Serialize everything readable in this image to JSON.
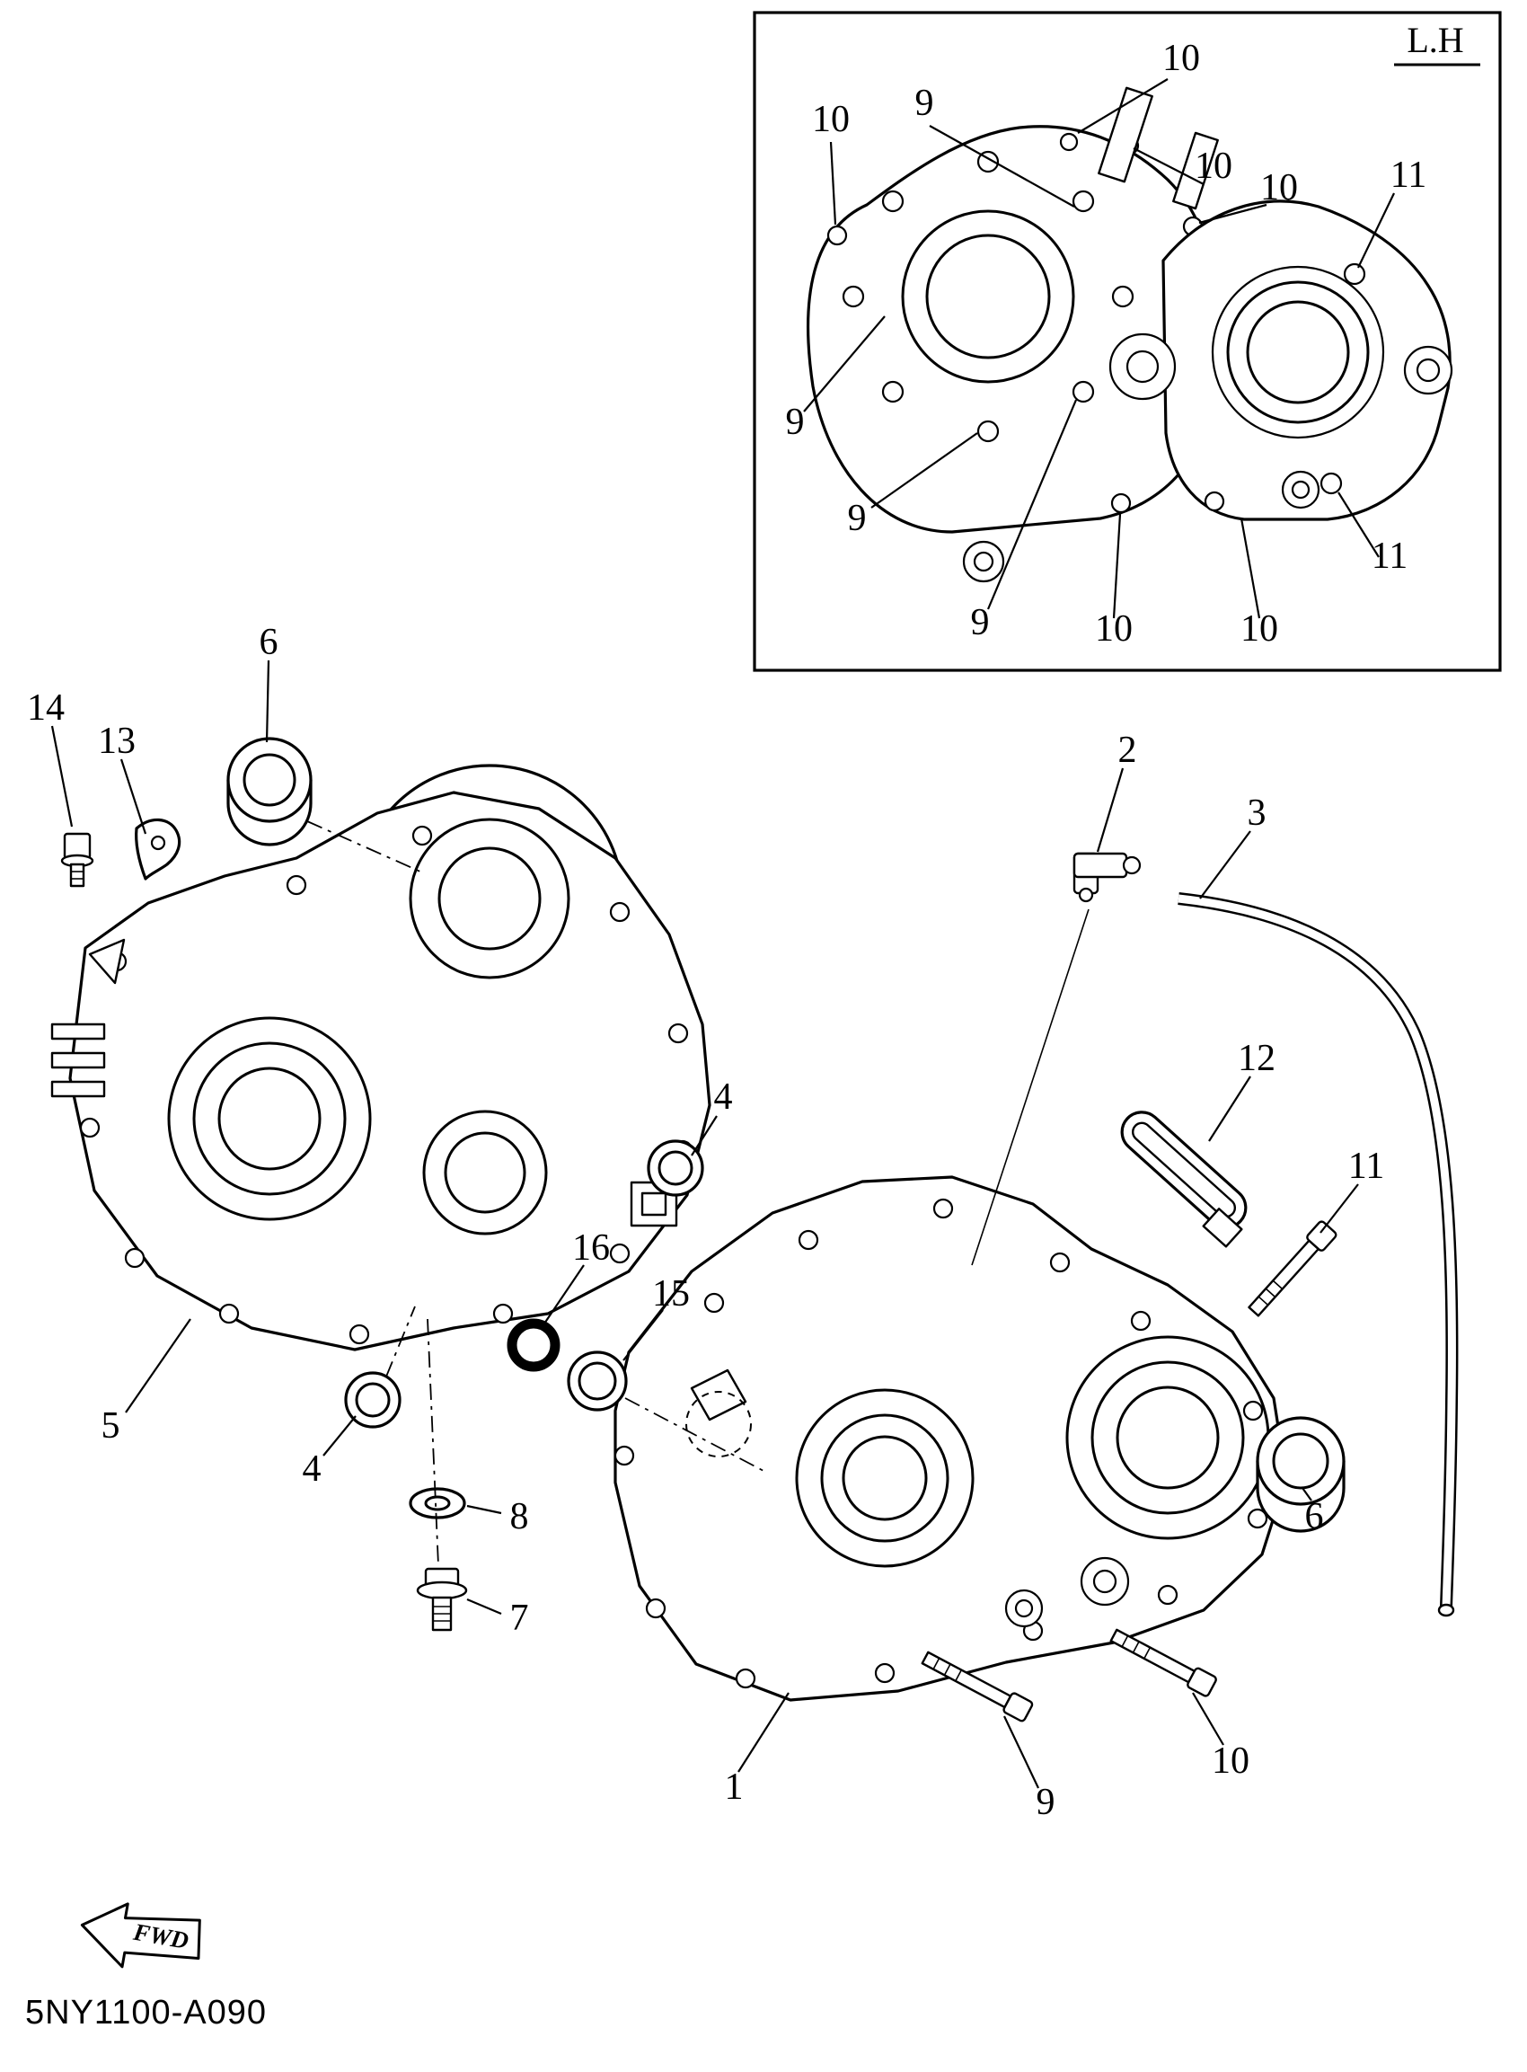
{
  "page": {
    "part_code": "5NY1100-A090",
    "inset_label": "L.H",
    "fwd_label": "FWD"
  },
  "callouts": {
    "inset": [
      "10",
      "9",
      "10",
      "10",
      "10",
      "11",
      "9",
      "9",
      "9",
      "10",
      "10",
      "11"
    ],
    "main": [
      "6",
      "14",
      "13",
      "2",
      "3",
      "12",
      "11",
      "4",
      "16",
      "15",
      "5",
      "4",
      "8",
      "7",
      "6",
      "1",
      "9",
      "10"
    ]
  }
}
